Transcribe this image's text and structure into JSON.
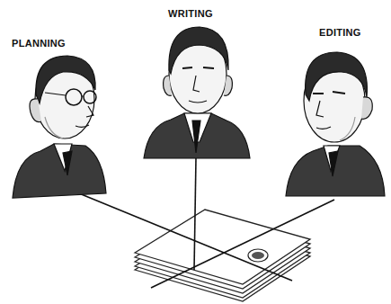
{
  "diagram": {
    "labels": [
      "PLANNING",
      "WRITING",
      "EDITING"
    ]
  }
}
